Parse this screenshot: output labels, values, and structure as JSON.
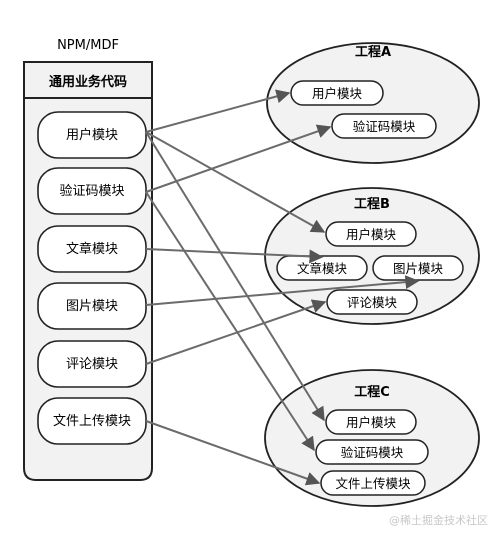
{
  "library": {
    "title": "NPM/MDF",
    "header": "通用业务代码",
    "modules": [
      "用户模块",
      "验证码模块",
      "文章模块",
      "图片模块",
      "评论模块",
      "文件上传模块"
    ]
  },
  "projects": [
    {
      "name": "工程A",
      "modules": [
        "用户模块",
        "验证码模块"
      ]
    },
    {
      "name": "工程B",
      "modules": [
        "用户模块",
        "文章模块",
        "图片模块",
        "评论模块"
      ]
    },
    {
      "name": "工程C",
      "modules": [
        "用户模块",
        "验证码模块",
        "文件上传模块"
      ]
    }
  ],
  "links": [
    [
      "用户模块",
      "工程A",
      "用户模块"
    ],
    [
      "用户模块",
      "工程B",
      "用户模块"
    ],
    [
      "用户模块",
      "工程C",
      "用户模块"
    ],
    [
      "验证码模块",
      "工程A",
      "验证码模块"
    ],
    [
      "验证码模块",
      "工程C",
      "验证码模块"
    ],
    [
      "文章模块",
      "工程B",
      "文章模块"
    ],
    [
      "图片模块",
      "工程B",
      "图片模块"
    ],
    [
      "评论模块",
      "工程B",
      "评论模块"
    ],
    [
      "文件上传模块",
      "工程C",
      "文件上传模块"
    ]
  ],
  "watermark": "@稀土掘金技术社区",
  "colors": {
    "fill": "#f2f2f2",
    "stroke": "#222222",
    "arrow": "#6b6b6b",
    "watermark": "#c8c8c8"
  }
}
